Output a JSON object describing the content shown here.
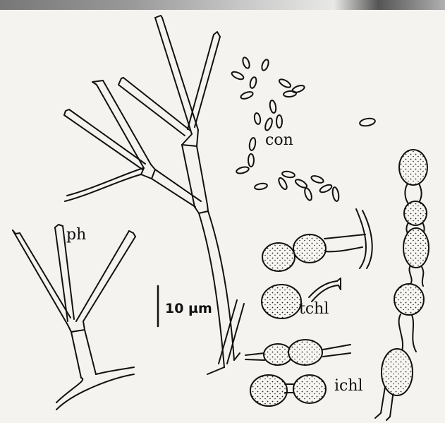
{
  "labels": {
    "conidia": "con",
    "phialides": "ph",
    "terminal_chlamydospores": "tchl",
    "intercalary_chlamydospores": "ichl"
  },
  "scale_bar": {
    "text": "10 µm"
  },
  "colors": {
    "background": "#f4f3ef",
    "ink": "#111111"
  }
}
